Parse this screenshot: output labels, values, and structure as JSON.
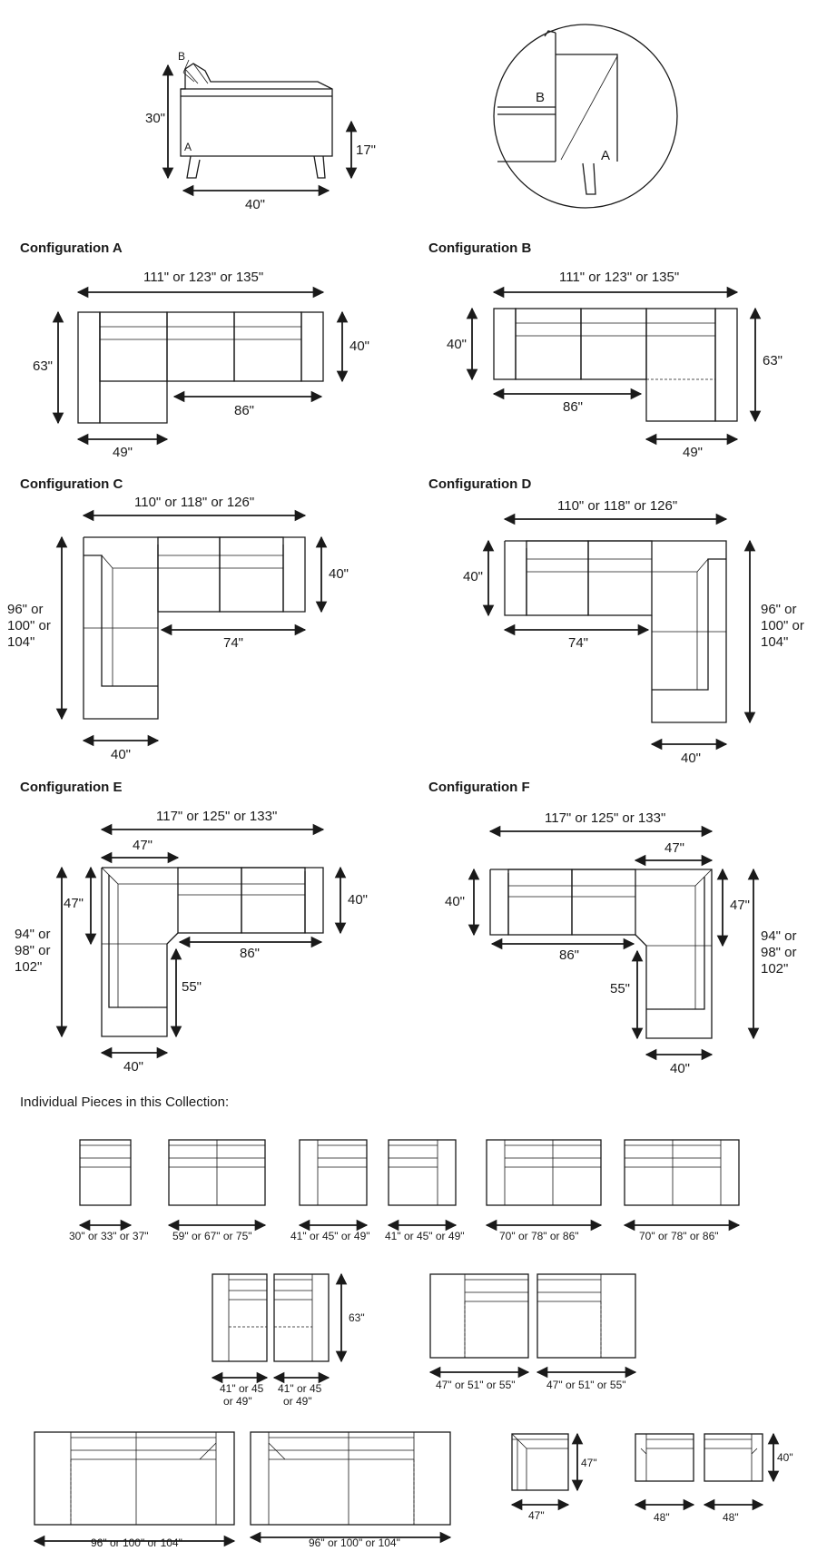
{
  "profile": {
    "label_a": "A",
    "label_b": "B",
    "height": "30\"",
    "seat_height": "17\"",
    "depth": "40\""
  },
  "detail": {
    "label_a": "A",
    "label_b": "B"
  },
  "configs": {
    "a": {
      "title": "Configuration A",
      "width": "111\" or 123\" or 135\"",
      "depth": "40\"",
      "chaise_length": "63\"",
      "sofa": "86\"",
      "chaise_width": "49\""
    },
    "b": {
      "title": "Configuration B",
      "width": "111\" or 123\" or 135\"",
      "depth": "40\"",
      "chaise_length": "63\"",
      "sofa": "86\"",
      "chaise_width": "49\""
    },
    "c": {
      "title": "Configuration C",
      "width": "110\" or 118\" or 126\"",
      "depth": "40\"",
      "length_l1": "96\" or",
      "length_l2": "100\" or",
      "length_l3": "104\"",
      "sofa": "74\"",
      "chaise_width": "40\""
    },
    "d": {
      "title": "Configuration D",
      "width": "110\" or 118\" or 126\"",
      "depth": "40\"",
      "length_l1": "96\" or",
      "length_l2": "100\" or",
      "length_l3": "104\"",
      "sofa": "74\"",
      "chaise_width": "40\""
    },
    "e": {
      "title": "Configuration E",
      "width": "117\" or 125\" or 133\"",
      "corner": "47\"",
      "corner_depth": "47\"",
      "depth": "40\"",
      "length_l1": "94\" or",
      "length_l2": "98\" or",
      "length_l3": "102\"",
      "sofa": "86\"",
      "chaise_len": "55\"",
      "chaise_width": "40\""
    },
    "f": {
      "title": "Configuration F",
      "width": "117\" or 125\" or 133\"",
      "corner": "47\"",
      "corner_depth": "47\"",
      "depth": "40\"",
      "length_l1": "94\" or",
      "length_l2": "98\" or",
      "length_l3": "102\"",
      "sofa": "86\"",
      "chaise_len": "55\"",
      "chaise_width": "40\""
    }
  },
  "pieces": {
    "intro": "Individual Pieces in this Collection:",
    "row1": [
      "30\" or 33\" or 37\"",
      "59\" or 67\" or 75\"",
      "41\" or 45\" or 49\"",
      "41\" or 45\" or 49\"",
      "70\" or 78\" or 86\"",
      "70\" or 78\" or 86\""
    ],
    "row2": {
      "chaise_left_l1": "41\" or 45",
      "chaise_left_l2": "or 49\"",
      "chaise_right_l1": "41\" or 45",
      "chaise_right_l2": "or 49\"",
      "chaise_height": "63\"",
      "armchair_left": "47\" or 51\" or 55\"",
      "armchair_right": "47\" or 51\" or 55\""
    },
    "row3": {
      "sofa_left": "96\" or 100\" or 104\"",
      "sofa_right": "96\" or 100\" or 104\"",
      "corner_width": "47\"",
      "corner_depth": "47\"",
      "chair_left": "48\"",
      "chair_right": "48\"",
      "chair_depth": "40\""
    }
  }
}
